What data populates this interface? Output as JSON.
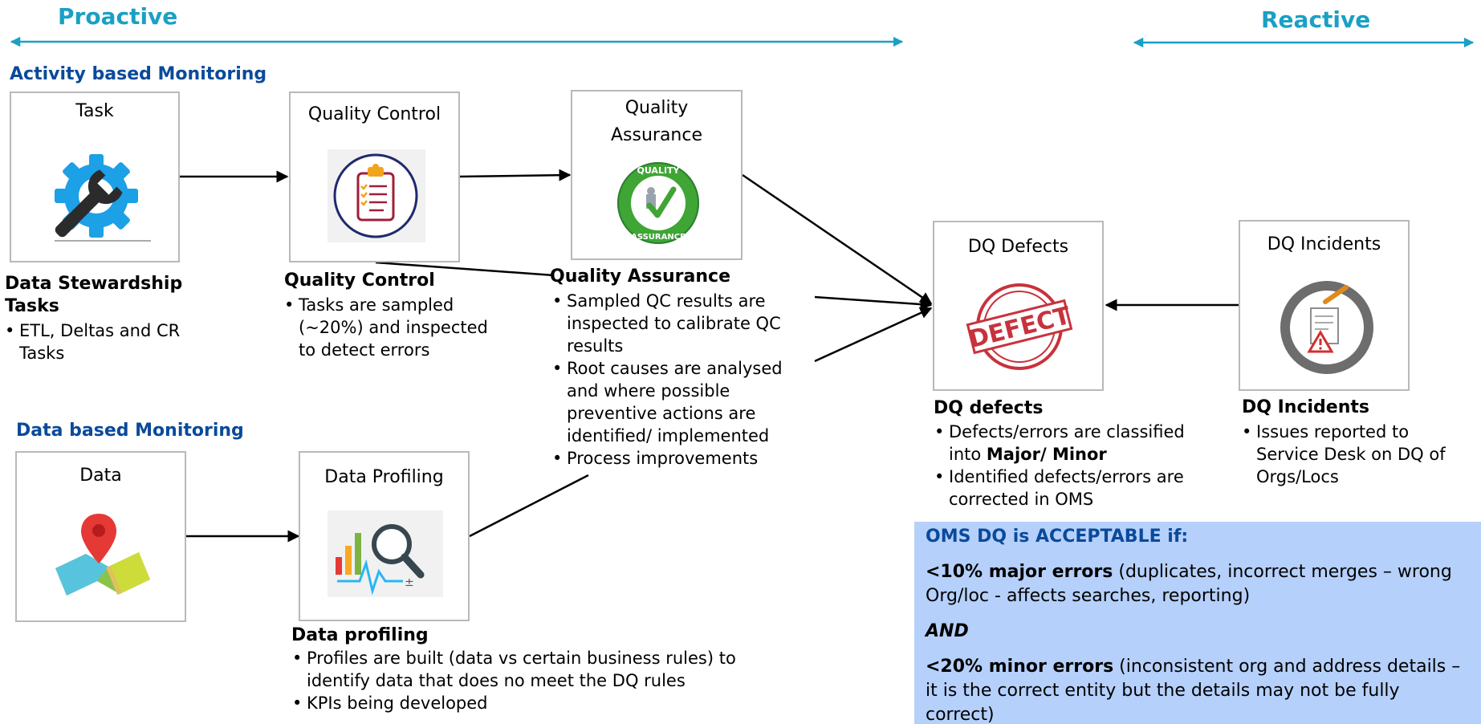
{
  "phases": {
    "proactive": "Proactive",
    "reactive": "Reactive"
  },
  "sections": {
    "activity": "Activity based Monitoring",
    "data": "Data based Monitoring"
  },
  "boxes": {
    "task": "Task",
    "quality_control": "Quality Control",
    "quality_assurance_line1": "Quality",
    "quality_assurance_line2": "Assurance",
    "dq_defects": "DQ Defects",
    "dq_incidents": "DQ Incidents",
    "data": "Data",
    "data_profiling": "Data Profiling"
  },
  "icons": {
    "task": "gear-wrench-icon",
    "quality_control": "clipboard-checklist-icon",
    "quality_assurance": "quality-assurance-badge-icon",
    "dq_defects": "defect-stamp-icon",
    "dq_incidents": "incident-report-icon",
    "data": "map-pin-icon",
    "data_profiling": "profiling-chart-magnifier-icon"
  },
  "descriptions": {
    "stewardship": {
      "title_line1": "Data Stewardship",
      "title_line2": "Tasks",
      "bullets": [
        "ETL, Deltas and CR",
        "Tasks"
      ]
    },
    "qc": {
      "title": "Quality Control",
      "bullets": [
        "Tasks are sampled",
        "(~20%) and inspected",
        "to detect errors"
      ]
    },
    "qa": {
      "title": "Quality Assurance",
      "bullets": [
        [
          "Sampled QC results are",
          "inspected to calibrate QC",
          "results"
        ],
        [
          "Root causes are analysed",
          "and where possible",
          "preventive actions are",
          "identified/ implemented"
        ],
        [
          "Process improvements"
        ]
      ]
    },
    "defects": {
      "title": "DQ defects",
      "b1_line1": "Defects/errors are classified",
      "b1_line2_pre": "into ",
      "b1_line2_bold": "Major/ Minor",
      "b2_line1": "Identified defects/errors are",
      "b2_line2": "corrected in OMS"
    },
    "incidents": {
      "title": "DQ Incidents",
      "bullets": [
        "Issues reported to",
        "Service Desk on DQ of",
        "Orgs/Locs"
      ]
    },
    "profiling": {
      "title": "Data profiling",
      "b1_line1": "Profiles are built (data vs certain business rules) to",
      "b1_line2": "identify data that does no meet the DQ rules",
      "b2": "KPIs being developed"
    }
  },
  "acceptance": {
    "heading": "OMS DQ is ACCEPTABLE if:",
    "major_bold": "<10% major errors",
    "major_text": " (duplicates, incorrect merges – wrong Org/loc - affects searches, reporting)",
    "and": "AND",
    "minor_bold": "<20% minor errors",
    "minor_text": " (inconsistent org and address details – it is the correct entity but the details may not be fully correct)"
  },
  "colors": {
    "phase": "#1aa0c4",
    "section": "#0a4a9a",
    "acceptance_bg": "#b5d0fb",
    "box_border": "#b9b9b9",
    "defect_red": "#c8323c"
  }
}
